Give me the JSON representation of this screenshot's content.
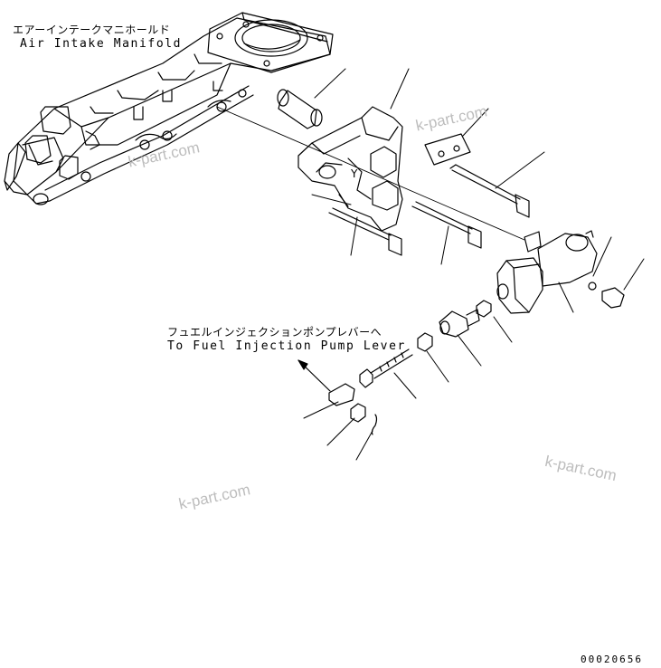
{
  "labels": {
    "manifold_jp": "エアーインテークマニホールド",
    "manifold_en": "Air Intake Manifold",
    "lever_jp": "フュエルインジェクションポンプレバーへ",
    "lever_en": "To Fuel Injection Pump Lever"
  },
  "watermark": "k-part.com",
  "drawing_code": "00020656",
  "colors": {
    "line": "#000000",
    "watermark": "#bdbdbd",
    "background": "#ffffff"
  }
}
